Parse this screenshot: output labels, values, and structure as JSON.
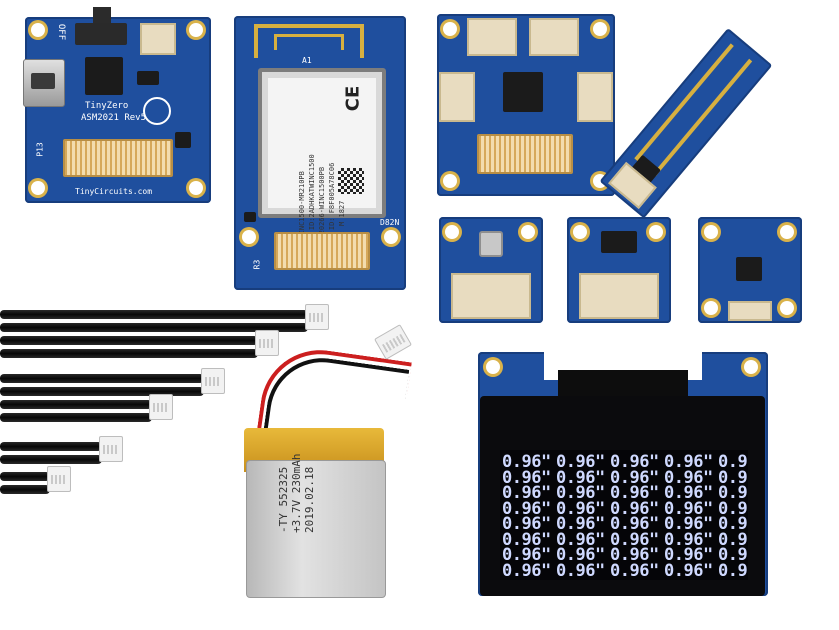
{
  "tinyzero": {
    "name_label": "TinyZero",
    "rev_label": "ASM2021 Rev5",
    "site_label": "TinyCircuits.com",
    "off_label": "OFF",
    "pin_label": "P13"
  },
  "wifi": {
    "antenna_label": "A1",
    "model_label": "ATWINC1500-MR210PB",
    "fcc_label": "FCC ID:2ADHKATWINC1500",
    "ic_label": "IC:20266-WINC1500PB",
    "mac_label": "MAC ID: F8F005A78C06",
    "dc_label": "D/C: M 1827",
    "ce_mark": "CE",
    "board_ref": "D82N",
    "r_label": "R3"
  },
  "battery": {
    "model": "-TY 552325",
    "spec": "+3.7V 230mAh",
    "date": "2019.02.18"
  },
  "oled": {
    "cell_text": "0.96\"",
    "cutoff_text": "0.9",
    "rows": 8,
    "cols": 4
  }
}
